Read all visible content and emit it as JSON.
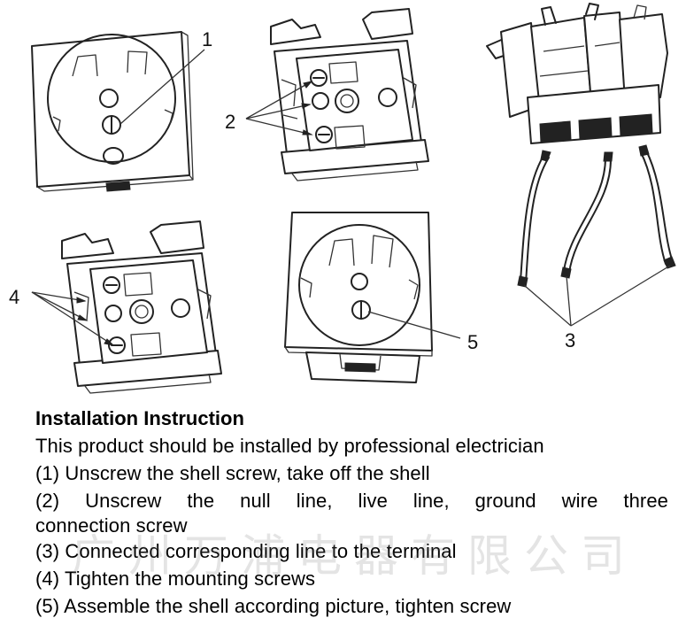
{
  "callouts": {
    "c1": "1",
    "c2": "2",
    "c3": "3",
    "c4": "4",
    "c5": "5"
  },
  "instructions": {
    "title": "Installation Instruction",
    "intro": "This product should be installed by professional electrician",
    "step1": "(1) Unscrew the shell screw, take off the shell",
    "step2a": "(2)  Unscrew  the  null  line,  live  line,  ground  wire  three",
    "step2b": "connection screw",
    "step3": "(3) Connected corresponding line to the terminal",
    "step4": "(4) Tighten the mounting screws",
    "step5": "(5) Assemble the shell according picture, tighten screw"
  },
  "watermark": "广州万浦电器有限公司"
}
